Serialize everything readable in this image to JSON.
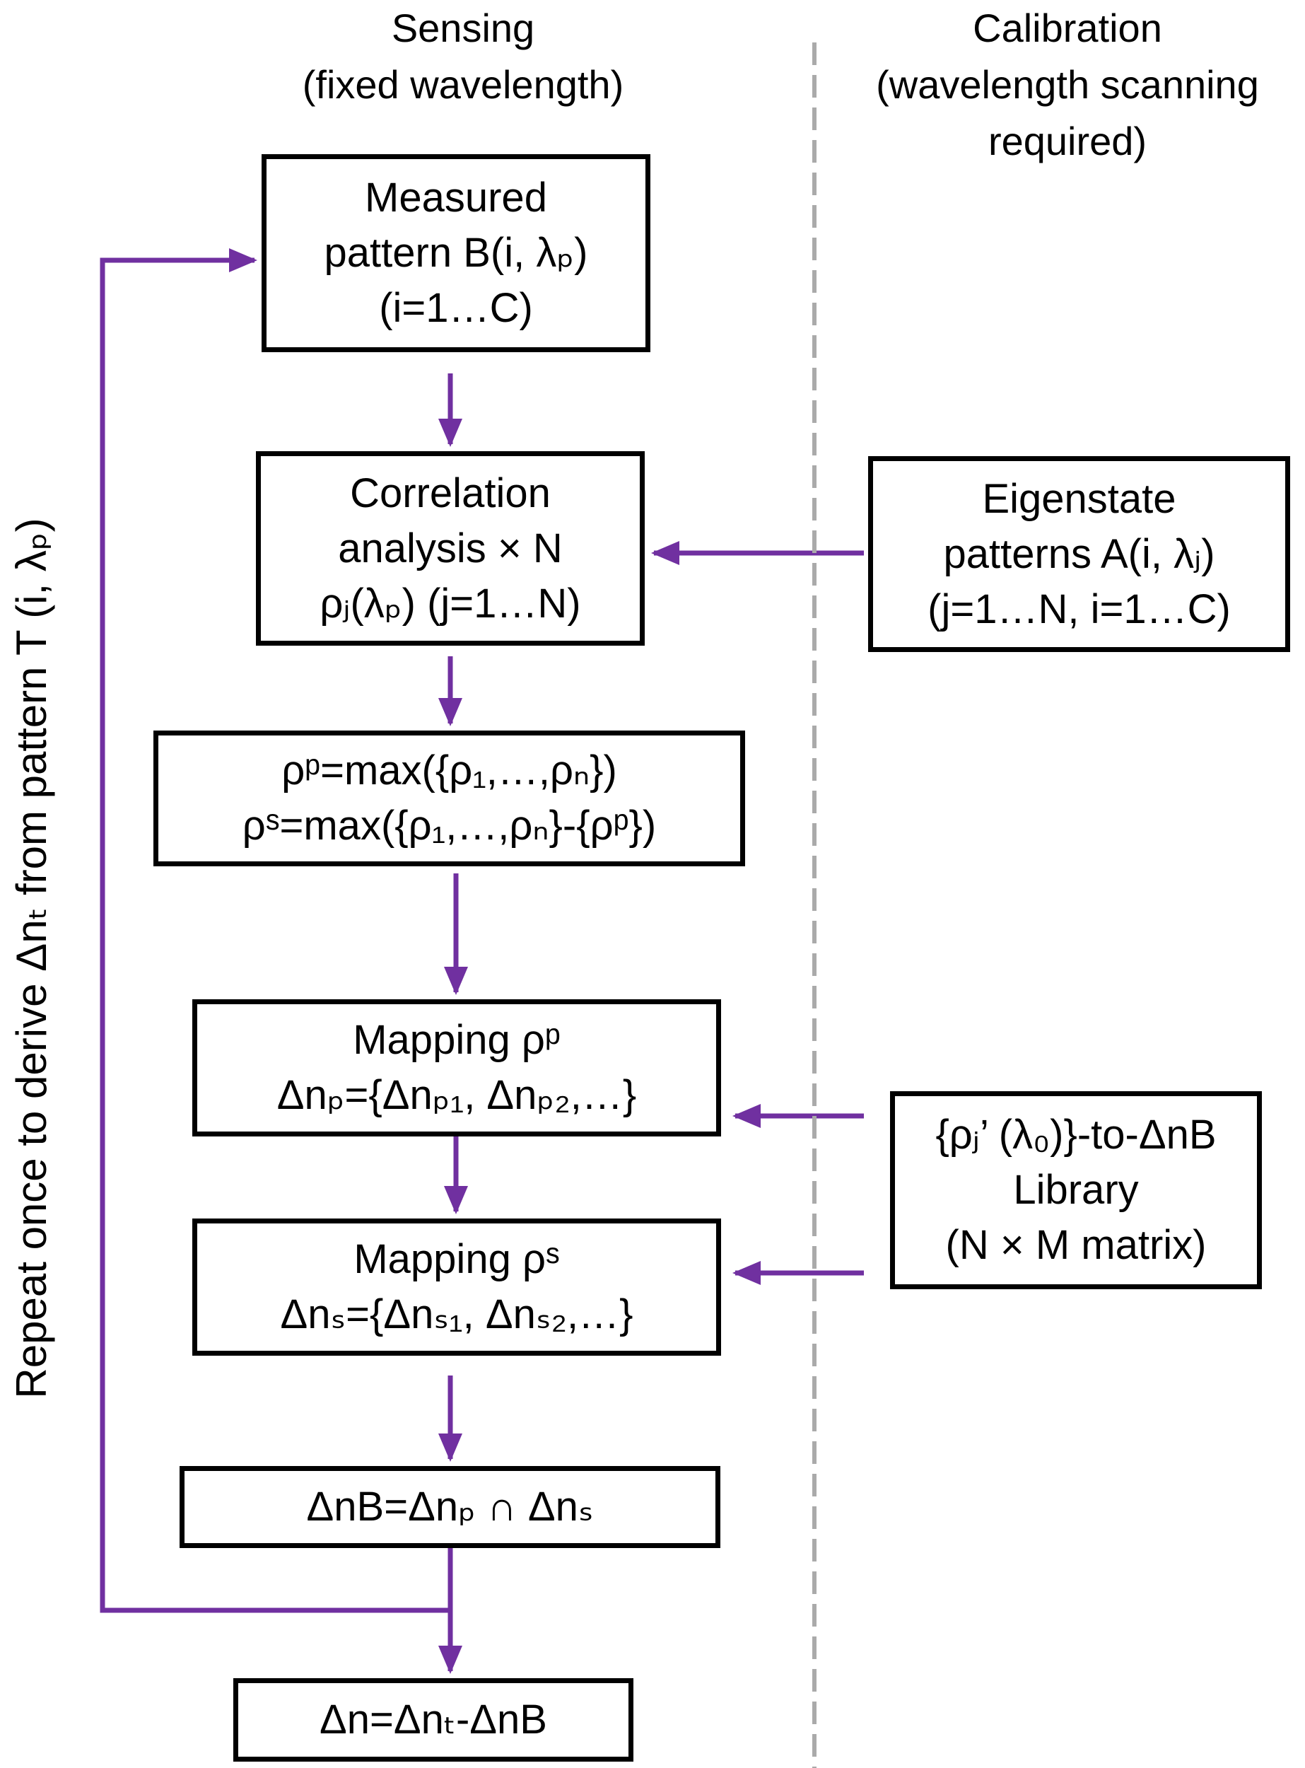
{
  "headers": {
    "sensing": [
      "Sensing",
      "(fixed wavelength)"
    ],
    "calibration": [
      "Calibration",
      "(wavelength scanning",
      "required)"
    ]
  },
  "side_label": "Repeat once to derive Δnₜ from pattern T (i, λₚ)",
  "boxes": {
    "measured": [
      "Measured",
      "pattern B(i, λₚ)",
      "(i=1…C)"
    ],
    "correlation": [
      "Correlation",
      "analysis × N",
      "ρⱼ(λₚ) (j=1…N)"
    ],
    "rho_max": [
      "ρᵖ=max({ρ₁,…,ρₙ})",
      "ρˢ=max({ρ₁,…,ρₙ}-{ρᵖ})"
    ],
    "mapping_p": [
      "Mapping ρᵖ",
      "Δnₚ={Δnₚ₁, Δnₚ₂,…}"
    ],
    "mapping_s": [
      "Mapping ρˢ",
      "Δnₛ={Δnₛ₁, Δnₛ₂,…}"
    ],
    "intersection": [
      "ΔnB=Δnₚ ∩ Δnₛ"
    ],
    "result": [
      "Δn=Δnₜ-ΔnB"
    ],
    "eigenstate": [
      "Eigenstate",
      "patterns A(i, λⱼ)",
      "(j=1…N, i=1…C)"
    ],
    "library": [
      "{ρⱼ’ (λ₀)}-to-ΔnB",
      "Library",
      "(N × M matrix)"
    ]
  },
  "colors": {
    "arrow": "#7030a0",
    "border": "#000000",
    "divider": "#aaaaaa"
  }
}
